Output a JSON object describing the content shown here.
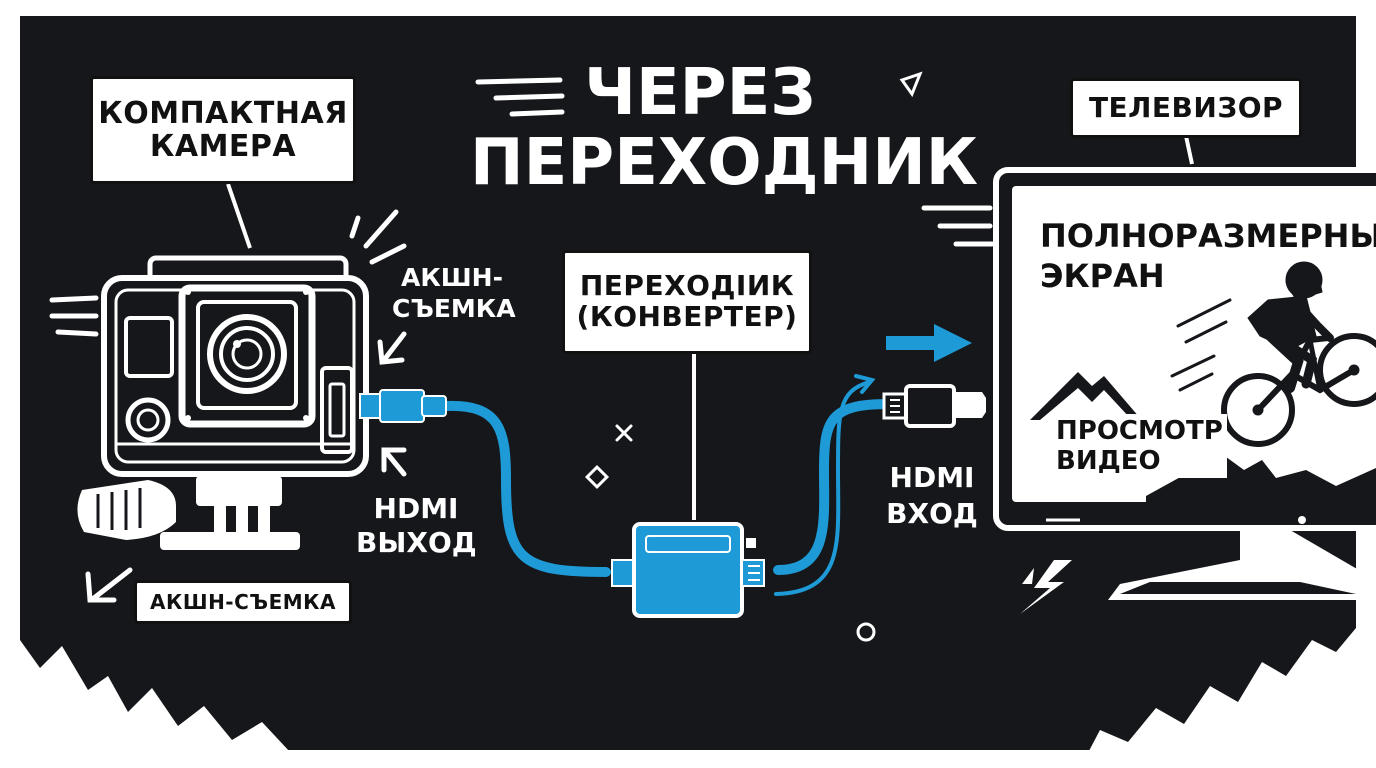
{
  "title": {
    "line1": "ЧЕРЕЗ",
    "line2": "ПЕРЕХОДНИК"
  },
  "camera": {
    "label_line1": "КОМПАКТНАЯ",
    "label_line2": "КАМЕРА",
    "side_note_line1": "АКШН-",
    "side_note_line2": "СЪЕМКА",
    "bottom_badge": "АКШН-СЪЕМКА",
    "output_line1": "HDMI",
    "output_line2": "ВЫХОД"
  },
  "adapter": {
    "label_line1": "ПЕРЕХОДIИК",
    "label_line2": "(КОНВЕРТЕР)"
  },
  "tv": {
    "label": "ТЕЛЕВИЗОР",
    "input_line1": "HDMI",
    "input_line2": "ВХОД",
    "screen_line1": "ПОЛНОРАЗМЕРНЫЙ",
    "screen_line2": "ЭКРАН",
    "video_line1": "ПРОСМОТР",
    "video_line2": "ВИДЕО"
  },
  "colors": {
    "background": "#15171a",
    "accent": "#1e9ad6",
    "ink": "#ffffff",
    "label_bg": "#ffffff"
  }
}
